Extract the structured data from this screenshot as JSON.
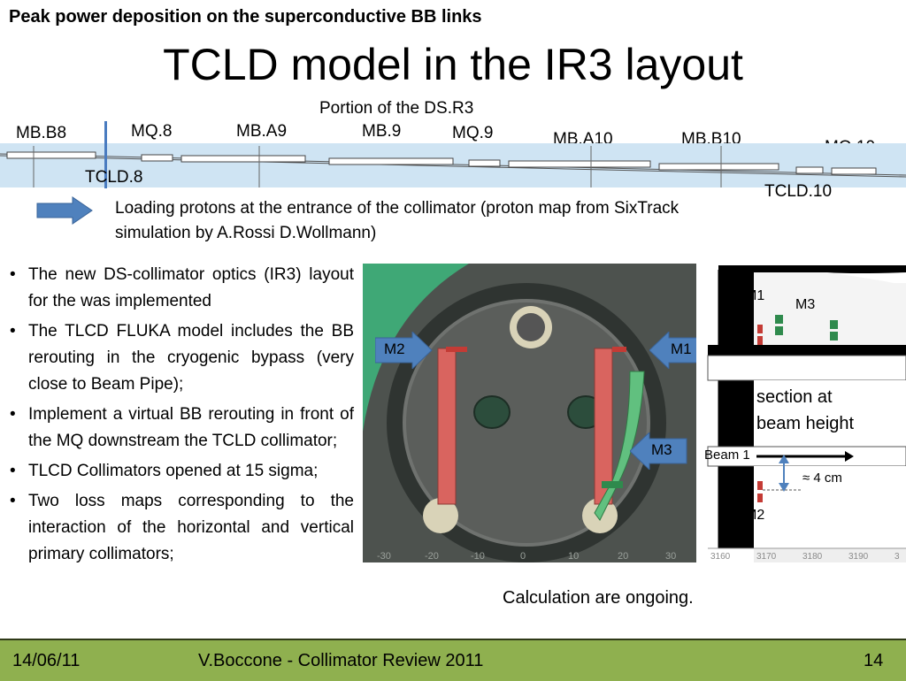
{
  "slide": {
    "supertitle": "Peak power deposition on the superconductive BB links",
    "title": "TCLD model in the IR3 layout"
  },
  "layout_diagram": {
    "caption": "Portion of the DS.R3",
    "magnets": [
      "MB.B8",
      "MQ.8",
      "MB.A9",
      "MB.9",
      "MQ.9",
      "MB.A10",
      "MB.B10",
      "MQ.10"
    ],
    "collimators": [
      "TCLD.8",
      "TCLD.10"
    ]
  },
  "loading_note": "Loading protons at the entrance of the collimator (proton map from SixTrack simulation by  A.Rossi  D.Wollmann)",
  "bullets": [
    "The new DS-collimator optics (IR3) layout for the was implemented",
    "The TLCD FLUKA model includes the BB rerouting in the cryogenic bypass (very close to Beam Pipe);",
    "Implement a virtual BB rerouting in front of the MQ downstream the TCLD collimator;",
    "TLCD Collimators opened at 15 sigma;",
    "Two loss maps corresponding to the interaction of the horizontal and vertical primary collimators;"
  ],
  "cad_view": {
    "callouts": [
      "M2",
      "M1",
      "M3"
    ],
    "axis_ticks": [
      "-30",
      "-20",
      "-10",
      "0",
      "10",
      "20",
      "30"
    ]
  },
  "section_view": {
    "labels": {
      "m1": "M1",
      "m3": "M3",
      "m2": "M2"
    },
    "section_note": "section at beam height",
    "beam_label": "Beam 1",
    "gap_label": "≈ 4 cm",
    "axis_ticks": [
      "3160",
      "3170",
      "3180",
      "3190",
      "3"
    ]
  },
  "status_note": "Calculation are ongoing.",
  "footer": {
    "date": "14/06/11",
    "center": "V.Boccone - Collimator Review 2011",
    "page": "14"
  },
  "colors": {
    "footer_bg": "#8fb04f",
    "beam_strip": "#cfe4f3",
    "arrow_blue": "#4f81bd",
    "m1_red": "#e06060",
    "m3_green": "#3cb371"
  }
}
